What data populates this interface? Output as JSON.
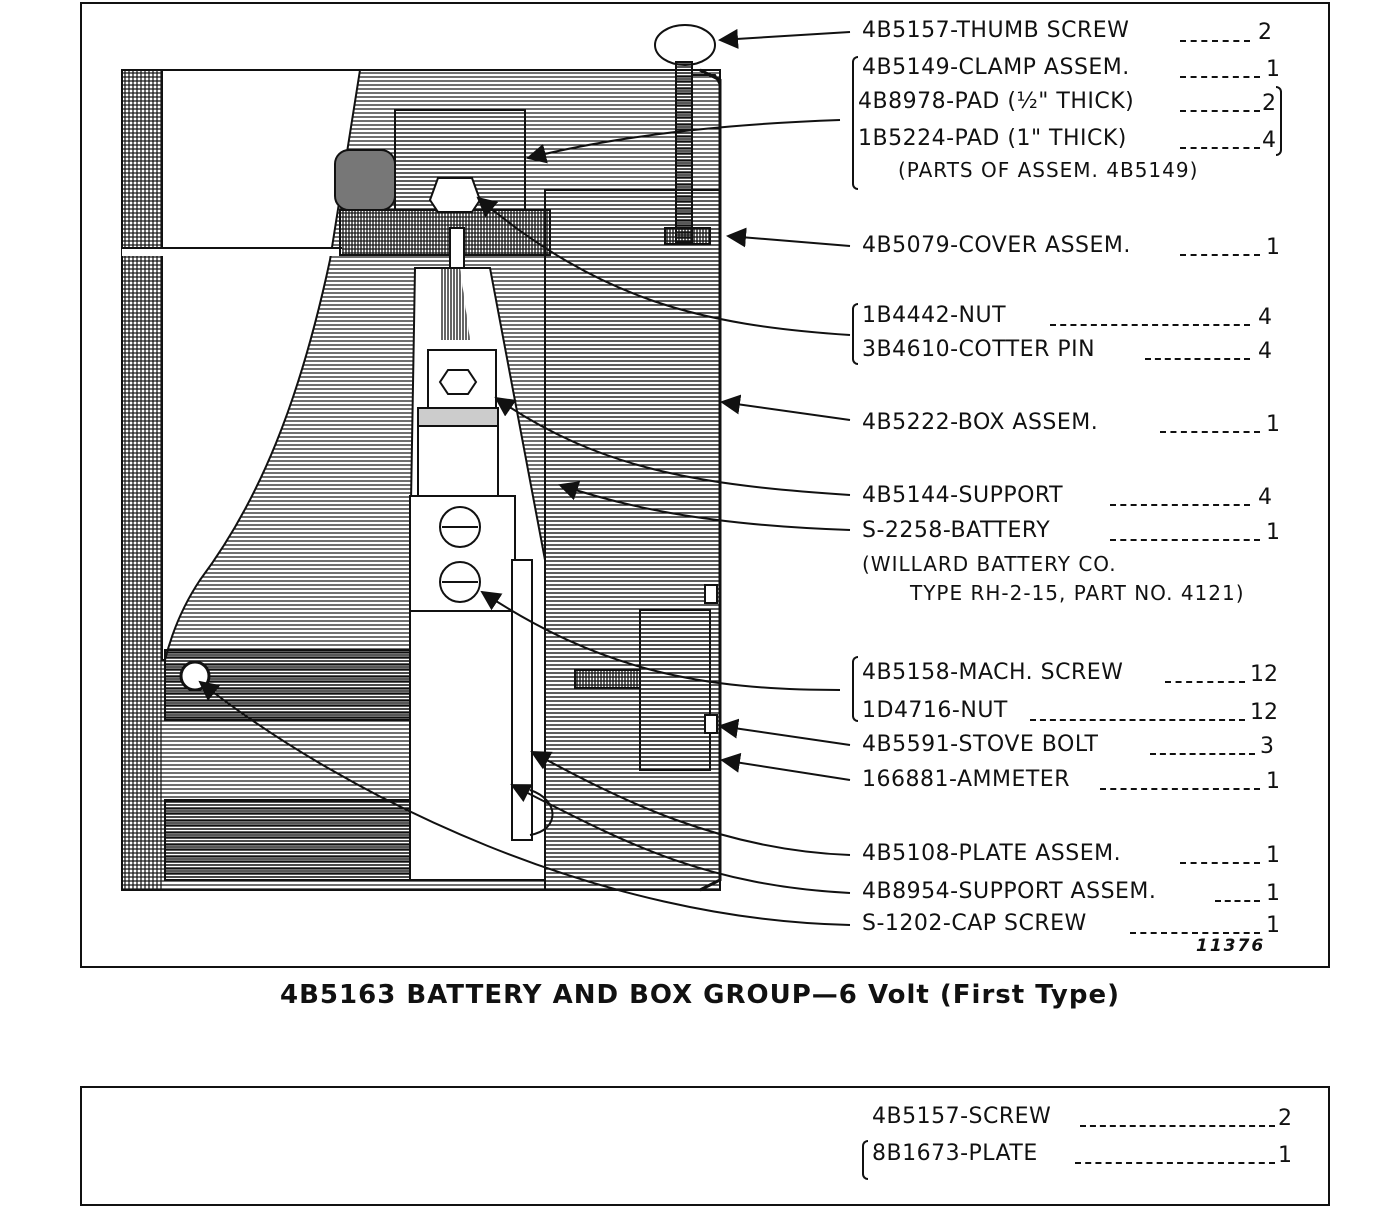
{
  "figure1": {
    "caption": "4B5163  BATTERY AND BOX GROUP—6 Volt (First Type)",
    "figure_number": "11376",
    "callouts": [
      {
        "part": "4B5157-THUMB SCREW",
        "qty": "2"
      },
      {
        "part": "4B5149-CLAMP ASSEM.",
        "qty": "1"
      },
      {
        "part": "4B8978-PAD (½\" THICK)",
        "qty": "2"
      },
      {
        "part": "1B5224-PAD (1\" THICK)",
        "qty": "4"
      },
      {
        "part": "(PARTS OF ASSEM. 4B5149)",
        "qty": ""
      },
      {
        "part": "4B5079-COVER ASSEM.",
        "qty": "1"
      },
      {
        "part": "1B4442-NUT",
        "qty": "4"
      },
      {
        "part": "3B4610-COTTER PIN",
        "qty": "4"
      },
      {
        "part": "4B5222-BOX ASSEM.",
        "qty": "1"
      },
      {
        "part": "4B5144-SUPPORT",
        "qty": "4"
      },
      {
        "part": "S-2258-BATTERY",
        "qty": "1"
      },
      {
        "part": "(WILLARD BATTERY CO.",
        "qty": ""
      },
      {
        "part": "TYPE RH-2-15, PART NO. 4121)",
        "qty": ""
      },
      {
        "part": "4B5158-MACH. SCREW",
        "qty": "12"
      },
      {
        "part": "1D4716-NUT",
        "qty": "12"
      },
      {
        "part": "4B5591-STOVE BOLT",
        "qty": "3"
      },
      {
        "part": "166881-AMMETER",
        "qty": "1"
      },
      {
        "part": "4B5108-PLATE ASSEM.",
        "qty": "1"
      },
      {
        "part": "4B8954-SUPPORT ASSEM.",
        "qty": "1"
      },
      {
        "part": "S-1202-CAP SCREW",
        "qty": "1"
      }
    ]
  },
  "figure2": {
    "callouts": [
      {
        "part": "4B5157-SCREW",
        "qty": "2"
      },
      {
        "part": "8B1673-PLATE",
        "qty": "1"
      }
    ]
  },
  "colors": {
    "ink": "#111111",
    "paper": "#ffffff"
  }
}
